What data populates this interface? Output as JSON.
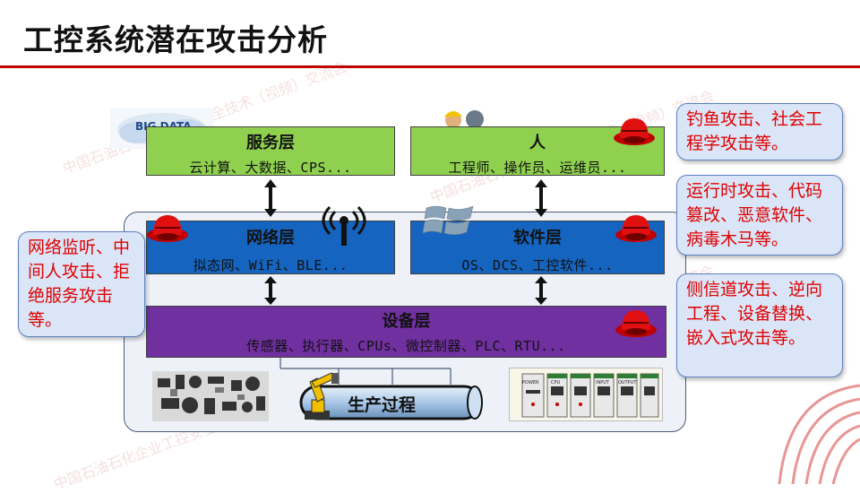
{
  "title": "工控系统潜在攻击分析",
  "watermark": "中国石油石化企业工控安全技术（视频）交流会",
  "layers": {
    "service": {
      "title": "服务层",
      "subtitle": "云计算、大数据、CPS..."
    },
    "people": {
      "title": "人",
      "subtitle": "工程师、操作员、运维员..."
    },
    "network": {
      "title": "网络层",
      "subtitle": "拟态网、WiFi、BLE..."
    },
    "software": {
      "title": "软件层",
      "subtitle": "OS、DCS、工控软件..."
    },
    "device": {
      "title": "设备层",
      "subtitle": "传感器、执行器、CPUs、微控制器、PLC、RTU..."
    }
  },
  "callouts": {
    "social": "钓鱼攻击、社会工程学攻击等。",
    "runtime": "运行时攻击、代码篡改、恶意软件、病毒木马等。",
    "network": "网络监听、中间人攻击、拒绝服务攻击等。",
    "device": "侧信道攻击、逆向工程、设备替换、嵌入式攻击等。"
  },
  "process_label": "生产过程",
  "big_data_logo": "BIG DATA",
  "plc_labels": [
    "POWER",
    "CPU",
    "INPUT",
    "OUTPUT"
  ],
  "colors": {
    "accent": "#c00000",
    "green_layer": "#8fd14f",
    "blue_layer": "#1565c0",
    "purple_layer": "#7030a0",
    "callout_text": "#e00000"
  },
  "icons": [
    "big-data-cloud-icon",
    "people-icon",
    "antenna-icon",
    "windows-logo-icon",
    "hacker-hat-icon",
    "robot-arm-icon",
    "components-photo",
    "plc-rack-icon"
  ]
}
